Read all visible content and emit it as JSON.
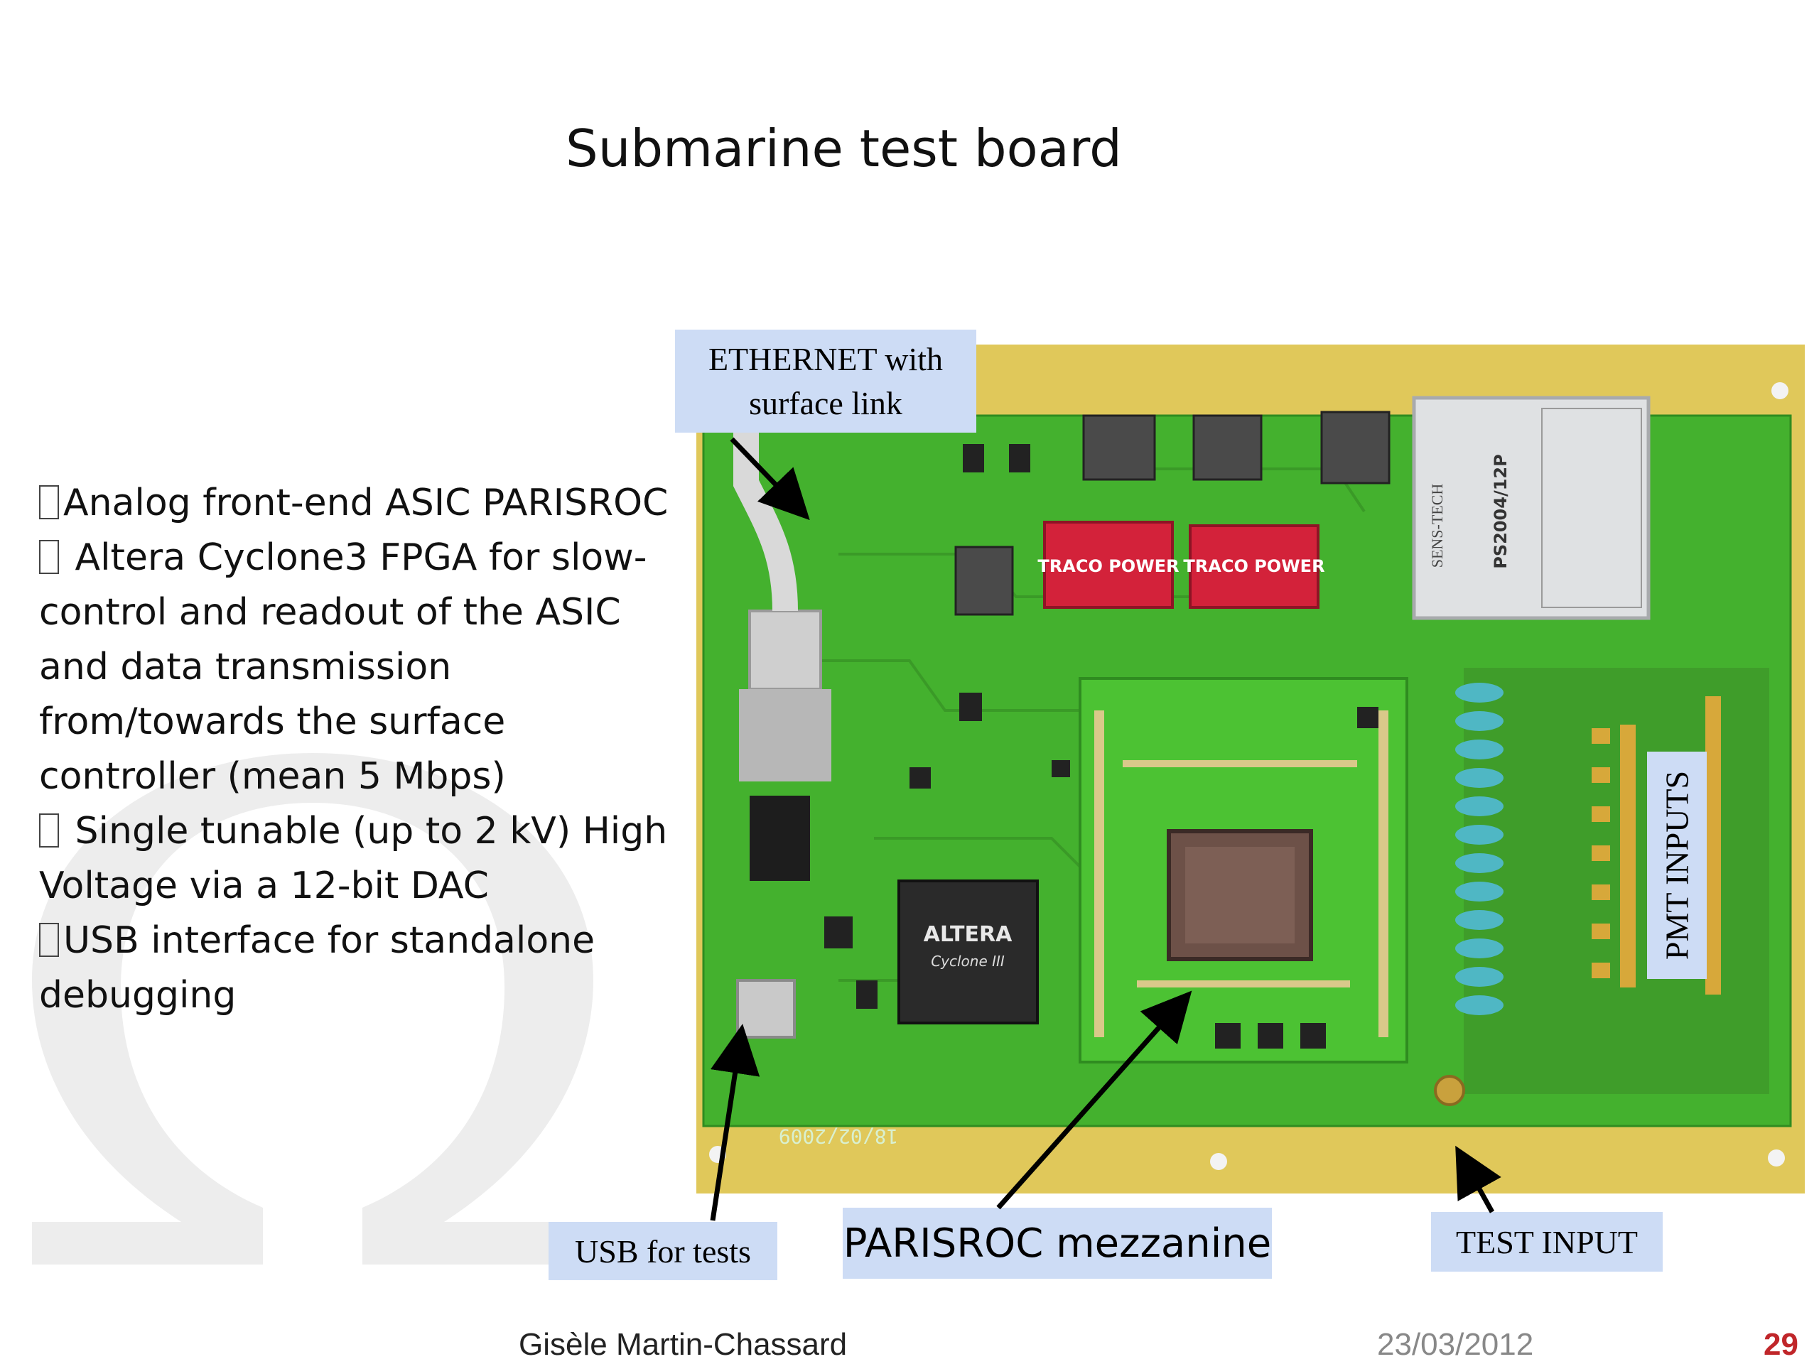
{
  "slide": {
    "title": "Submarine test board",
    "bullets": [
      "Analog front-end ASIC PARISROC",
      " Altera Cyclone3 FPGA for slow-control and readout of the ASIC and data   transmission from/towards the surface controller (mean 5 Mbps)",
      " Single tunable (up to 2 kV) High Voltage via a 12-bit DAC",
      "USB interface for standalone debugging"
    ]
  },
  "callouts": {
    "ethernet_line1": "ETHERNET with",
    "ethernet_line2": "surface link",
    "usb": "USB for tests",
    "parisroc": "PARISROC mezzanine",
    "test_input": "TEST INPUT",
    "pmt_inputs": "PMT INPUTS"
  },
  "board_markings": {
    "date": "18/02/2009",
    "fpga_brand": "ALTERA",
    "fpga_family": "Cyclone III",
    "power_brand_1": "TRACO POWER",
    "power_brand_2": "TRACO POWER",
    "hv_module": "PS2004/12P",
    "hv_brand": "SENS-TECH"
  },
  "footer": {
    "author": "Gisèle Martin-Chassard",
    "date": "23/03/2012",
    "page": "29"
  }
}
